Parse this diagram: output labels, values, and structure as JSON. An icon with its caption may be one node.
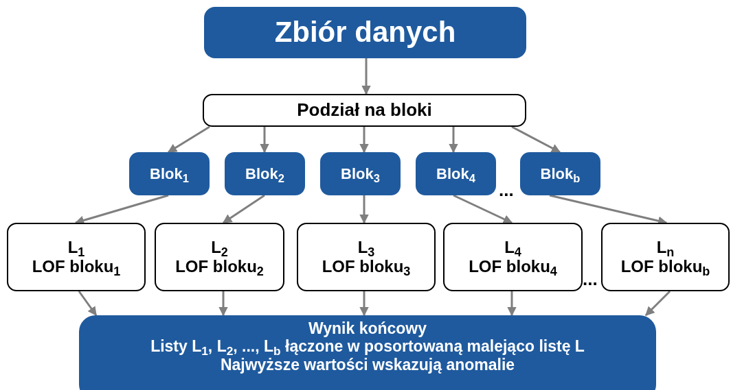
{
  "diagram": {
    "nodes": [
      {
        "text": [
          "Zbiór danych"
        ]
      },
      {
        "text": [
          "Podział na bloki"
        ]
      },
      {
        "text": [
          "Blok$_{1}$"
        ]
      },
      {
        "text": [
          "Blok$_{2}$"
        ]
      },
      {
        "text": [
          "Blok$_{3}$"
        ]
      },
      {
        "text": [
          "Blok$_{4}$"
        ]
      },
      {
        "text": [
          "Blok$_{b}$"
        ]
      },
      {
        "text": [
          "L$_{1}$",
          "LOF bloku$_{1}$"
        ]
      },
      {
        "text": [
          "L$_{2}$",
          "LOF bloku$_{2}$"
        ]
      },
      {
        "text": [
          "L$_{3}$",
          "LOF bloku$_{3}$"
        ]
      },
      {
        "text": [
          "L$_{4}$",
          "LOF bloku$_{4}$"
        ]
      },
      {
        "text": [
          "L$_{n}$",
          "LOF bloku$_{b}$"
        ]
      },
      {
        "text": [
          "Wynik końcowy",
          "Listy L$_{1}$, L$_{2}$, ..., L$_{b}$ łączone w posortowaną malejąco listę L",
          "Najwyższe wartości wskazują anomalie"
        ]
      }
    ],
    "edges": [
      {
        "from": 0,
        "to": 1,
        "arrow": "to"
      },
      {
        "from": 1,
        "to": 2,
        "arrow": "to"
      },
      {
        "from": 1,
        "to": 3,
        "arrow": "to"
      },
      {
        "from": 1,
        "to": 4,
        "arrow": "to"
      },
      {
        "from": 1,
        "to": 5,
        "arrow": "to"
      },
      {
        "from": 1,
        "to": 6,
        "arrow": "to"
      },
      {
        "from": 2,
        "to": 7,
        "arrow": "to"
      },
      {
        "from": 3,
        "to": 8,
        "arrow": "to"
      },
      {
        "from": 4,
        "to": 9,
        "arrow": "to"
      },
      {
        "from": 5,
        "to": 10,
        "arrow": "to"
      },
      {
        "from": 6,
        "to": 11,
        "arrow": "to"
      },
      {
        "from": 7,
        "to": 12,
        "arrow": "to"
      },
      {
        "from": 8,
        "to": 12,
        "arrow": "to"
      },
      {
        "from": 9,
        "to": 12,
        "arrow": "to"
      },
      {
        "from": 10,
        "to": 12,
        "arrow": "to"
      },
      {
        "from": 11,
        "to": 12,
        "arrow": "to"
      }
    ],
    "labels": [
      "...",
      "..."
    ]
  }
}
